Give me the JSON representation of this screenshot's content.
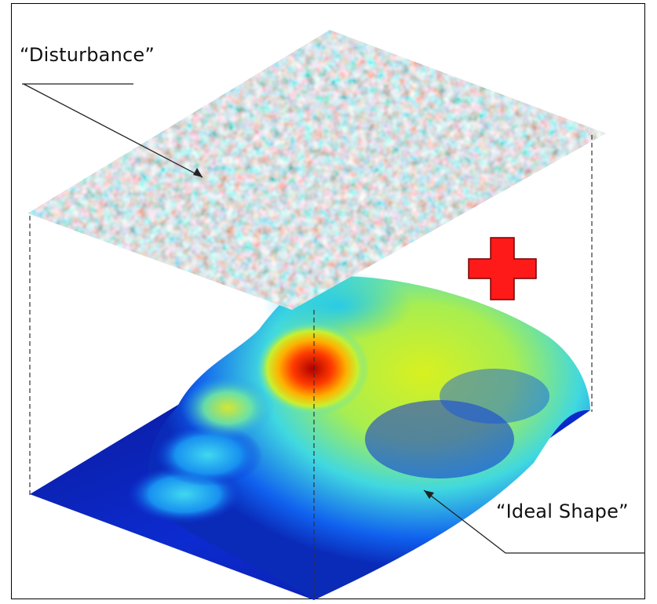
{
  "labels": {
    "disturbance": "“Disturbance”",
    "ideal_shape": "“Ideal Shape”"
  },
  "symbols": {
    "operator": "plus"
  },
  "colors": {
    "operator": "#ff1a1a",
    "operator_outline": "#7a0000",
    "ideal_base": "#0a1a9a",
    "ideal_peak": "#cc0000",
    "disturbance_tint": "#f6f0c0"
  }
}
